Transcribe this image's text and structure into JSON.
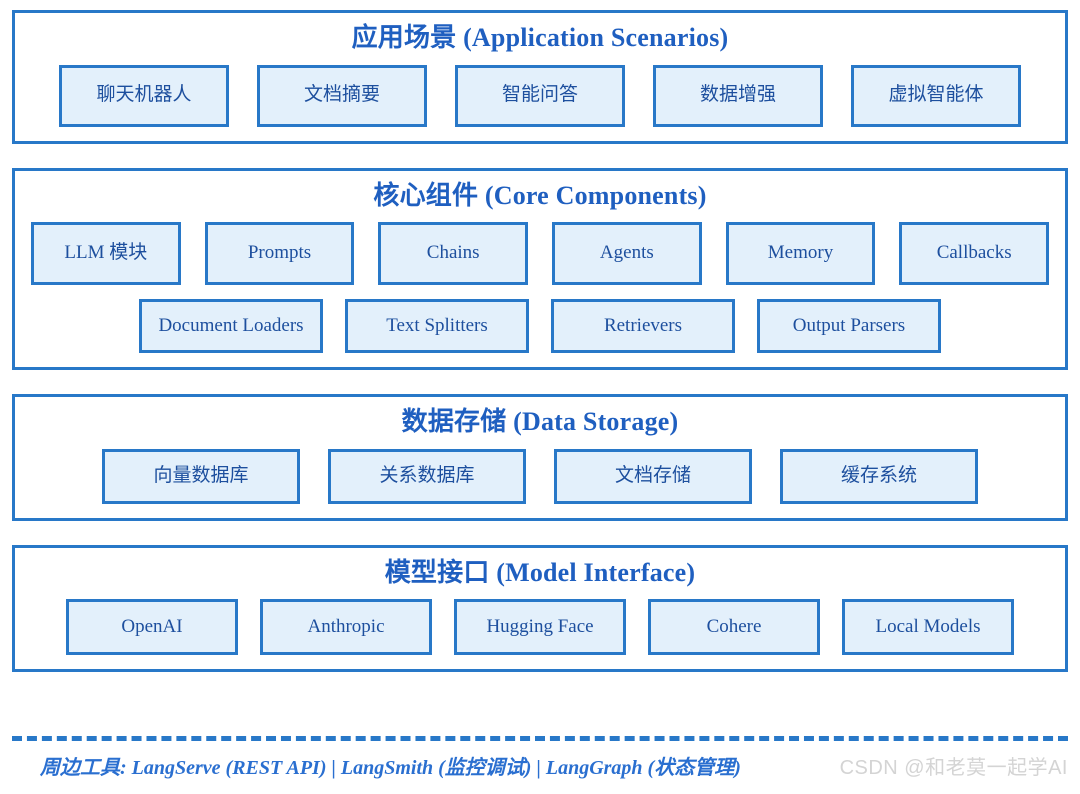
{
  "colors": {
    "panel_border": "#2878c8",
    "node_border": "#2878c8",
    "node_fill": "#e3f0fb",
    "title_text": "#1f5fc0",
    "node_text": "#1d4f9e",
    "footer_text": "#2a6fd0",
    "watermark_text": "#d4d4d4",
    "page_background": "#ffffff"
  },
  "layers": [
    {
      "id": "application-scenarios",
      "title": "应用场景 (Application Scenarios)",
      "rows": [
        {
          "nodes": [
            "聊天机器人",
            "文档摘要",
            "智能问答",
            "数据增强",
            "虚拟智能体"
          ]
        }
      ]
    },
    {
      "id": "core-components",
      "title": "核心组件 (Core Components)",
      "rows": [
        {
          "nodes": [
            "LLM 模块",
            "Prompts",
            "Chains",
            "Agents",
            "Memory",
            "Callbacks"
          ]
        },
        {
          "nodes": [
            "Document Loaders",
            "Text Splitters",
            "Retrievers",
            "Output Parsers"
          ]
        }
      ]
    },
    {
      "id": "data-storage",
      "title": "数据存储 (Data Storage)",
      "rows": [
        {
          "nodes": [
            "向量数据库",
            "关系数据库",
            "文档存储",
            "缓存系统"
          ]
        }
      ]
    },
    {
      "id": "model-interface",
      "title": "模型接口 (Model Interface)",
      "rows": [
        {
          "nodes": [
            "OpenAI",
            "Anthropic",
            "Hugging Face",
            "Cohere",
            "Local Models"
          ]
        }
      ]
    }
  ],
  "footer": {
    "note": "周边工具: LangServe (REST API) | LangSmith (监控调试) | LangGraph (状态管理)",
    "watermark": "CSDN @和老莫一起学AI"
  }
}
